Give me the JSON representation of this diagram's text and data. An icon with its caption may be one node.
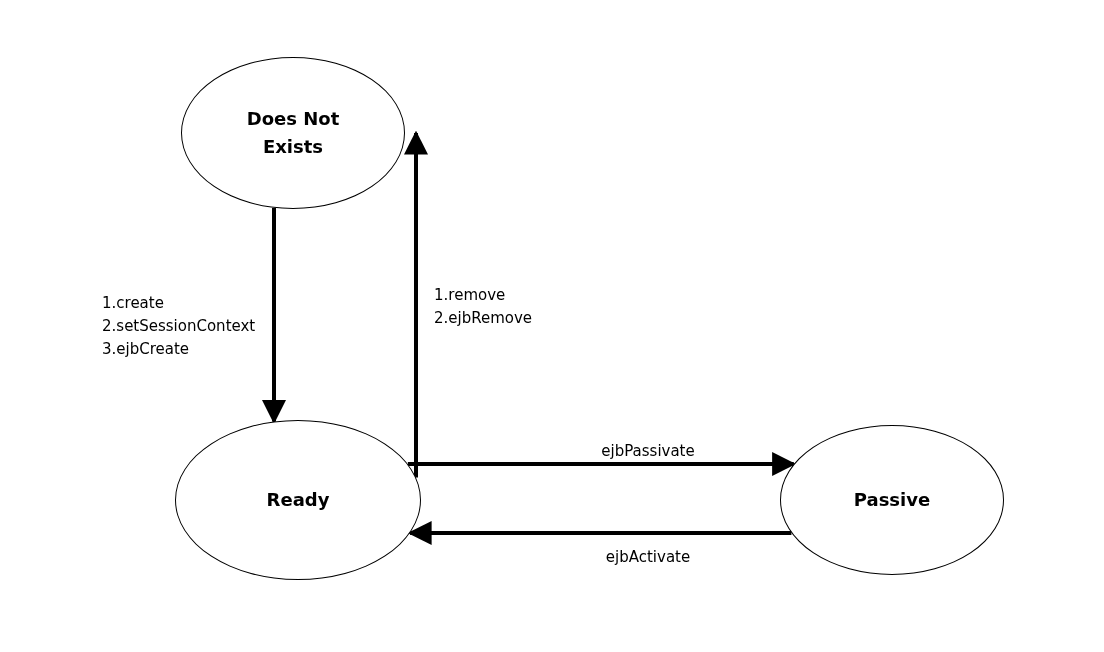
{
  "diagram": {
    "nodes": [
      {
        "text": [
          "Does Not Exists"
        ]
      },
      {
        "text": [
          "Ready"
        ]
      },
      {
        "text": [
          "Passive"
        ]
      }
    ],
    "edges": [
      {
        "from": 0,
        "to": 1,
        "arrow": "to",
        "label": "1.create 2.setSessionContext 3.ejbCreate"
      },
      {
        "from": 1,
        "to": 0,
        "arrow": "to",
        "label": "1.remove 2.ejbRemove"
      },
      {
        "from": 1,
        "to": 2,
        "arrow": "to",
        "label": "ejbPassivate"
      },
      {
        "from": 2,
        "to": 1,
        "arrow": "to",
        "label": "ejbActivate"
      }
    ]
  }
}
